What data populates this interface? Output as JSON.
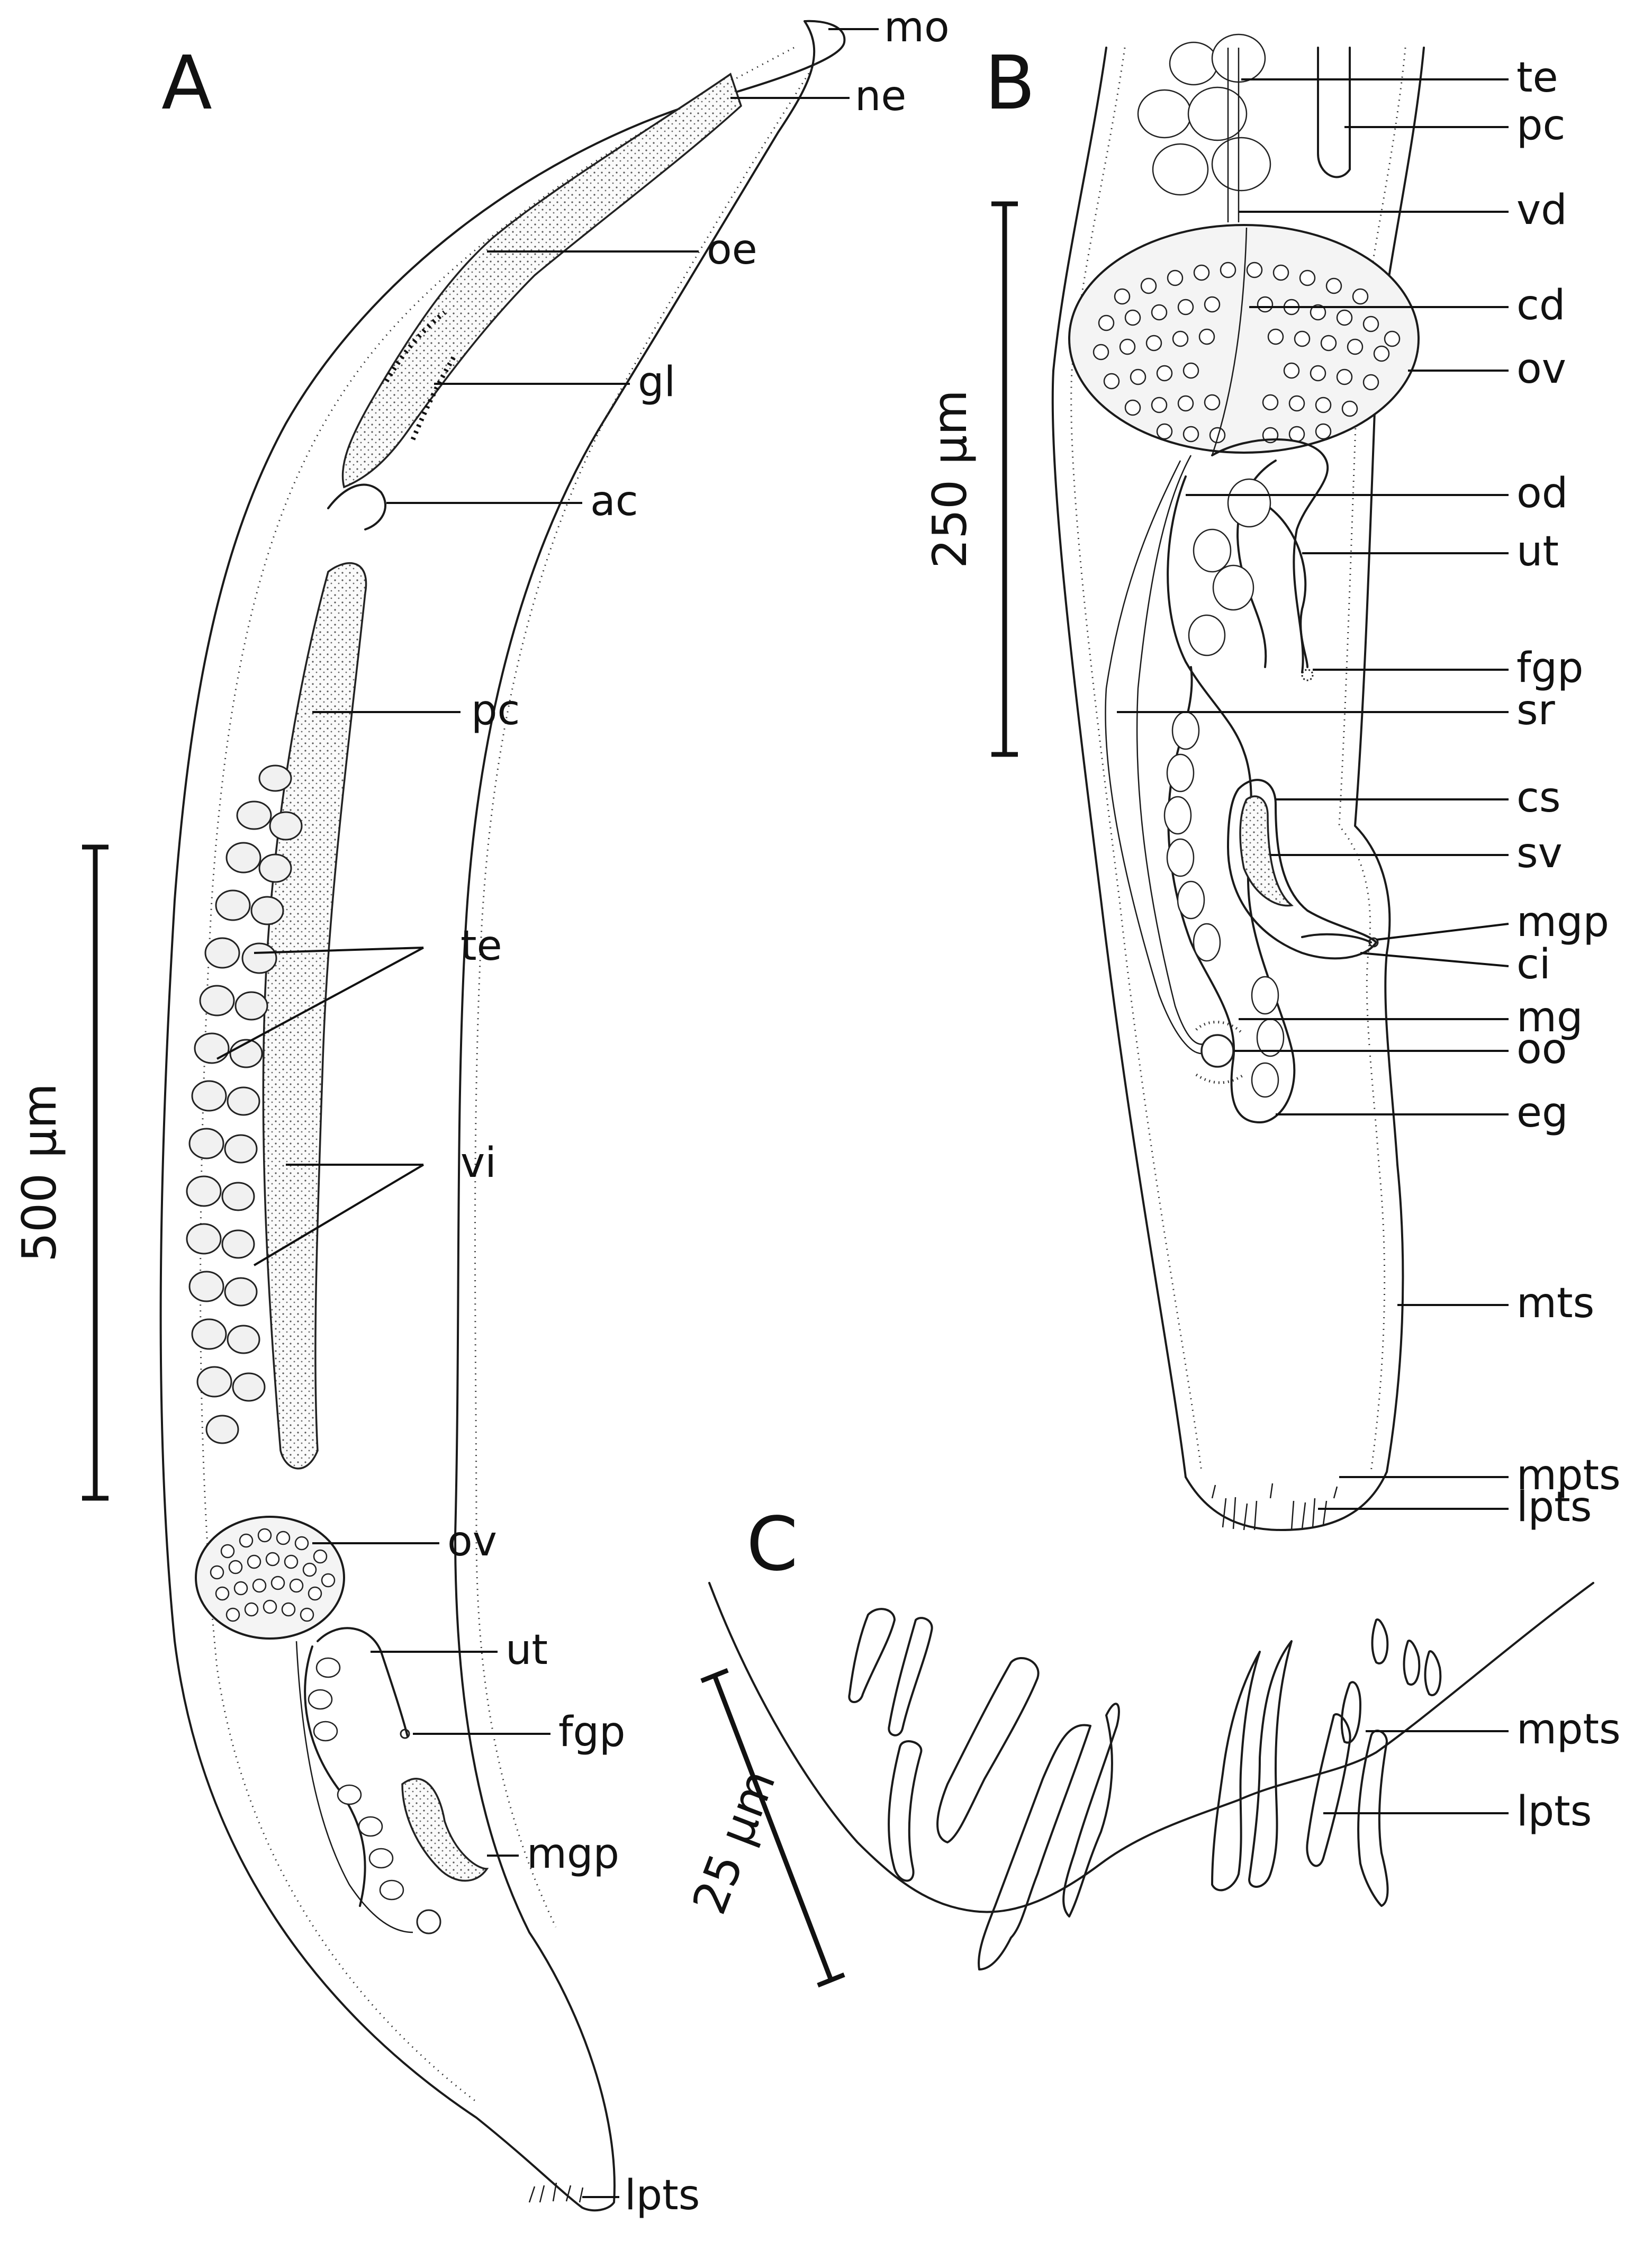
{
  "panels": {
    "A": {
      "letter": "A",
      "scale_label": "500 µm",
      "labels": [
        "mo",
        "ne",
        "oe",
        "gl",
        "ac",
        "pc",
        "te",
        "vi",
        "ov",
        "ut",
        "fgp",
        "mgp",
        "lpts"
      ]
    },
    "B": {
      "letter": "B",
      "scale_label": "250 µm",
      "labels": [
        "te",
        "pc",
        "vd",
        "cd",
        "ov",
        "od",
        "ut",
        "fgp",
        "sr",
        "cs",
        "sv",
        "mgp",
        "ci",
        "mg",
        "oo",
        "eg",
        "mts",
        "mpts",
        "lpts"
      ]
    },
    "C": {
      "letter": "C",
      "scale_label": "25 µm",
      "labels": [
        "mpts",
        "lpts"
      ]
    }
  }
}
